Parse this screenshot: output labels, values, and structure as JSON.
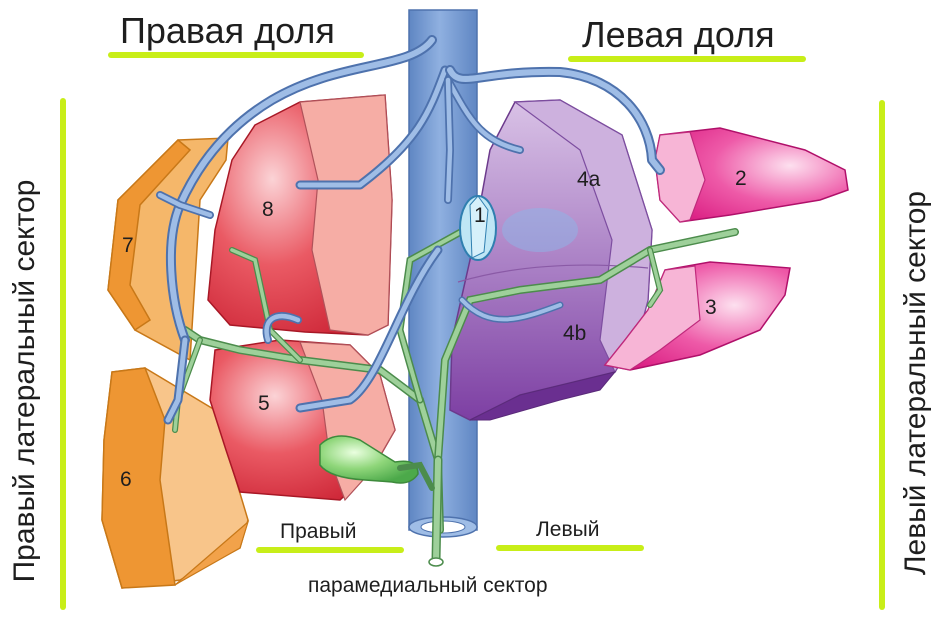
{
  "headers": {
    "right_lobe": "Правая доля",
    "left_lobe": "Левая доля"
  },
  "side_labels": {
    "right_lateral": "Правый латеральный сектор",
    "left_lateral": "Левый латеральный сектор"
  },
  "bottom": {
    "right": "Правый",
    "left": "Левый",
    "paramedial": "парамедиальный сектор"
  },
  "segments": {
    "s1": "1",
    "s2": "2",
    "s3": "3",
    "s4a": "4a",
    "s4b": "4b",
    "s5": "5",
    "s6": "6",
    "s7": "7",
    "s8": "8"
  },
  "colors": {
    "highlight": "#c8ee18",
    "vein": "#7b9fd1",
    "duct": "#8cc28c",
    "orange_segment": "#f2a24a",
    "red_segment": "#e6414e",
    "purple_segment": "#a57bbf",
    "magenta_segment": "#e53e95"
  }
}
